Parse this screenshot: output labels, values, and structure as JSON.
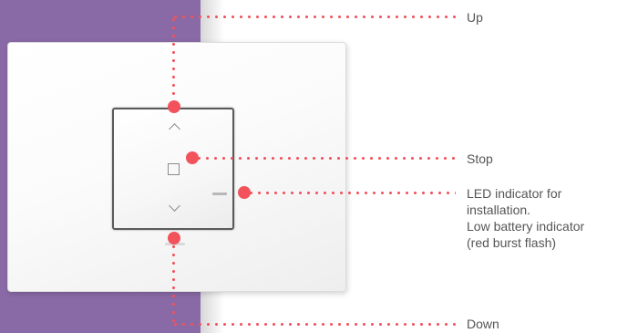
{
  "colors": {
    "wall": "#8a6aa6",
    "callout": "#f2525c",
    "label_text": "#555555"
  },
  "device": {
    "up_symbol_icon": "chevron-up-icon",
    "stop_symbol_icon": "square-icon",
    "down_symbol_icon": "chevron-down-icon"
  },
  "labels": {
    "up": "Up",
    "stop": "Stop",
    "led_line1": "LED indicator for",
    "led_line2": "installation.",
    "led_line3": "Low battery indicator",
    "led_line4": "(red burst flash)",
    "down": "Down"
  }
}
